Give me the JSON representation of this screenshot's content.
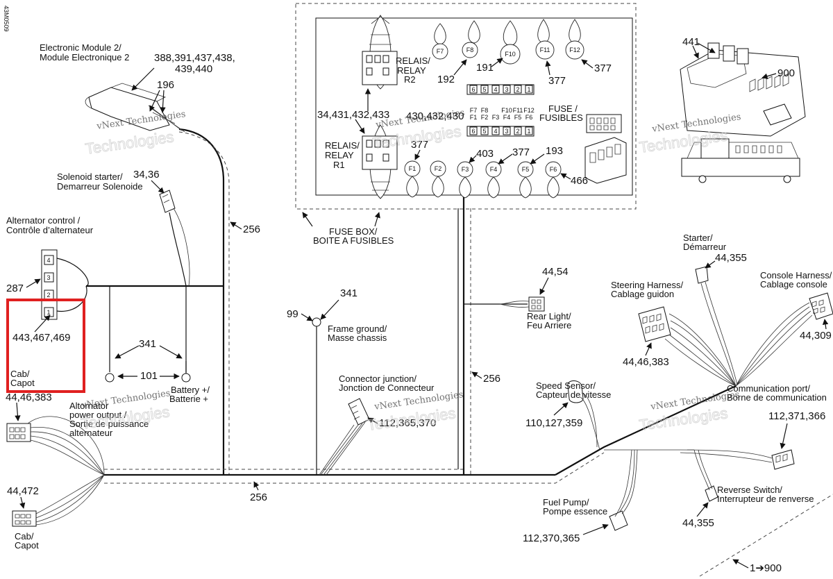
{
  "sheet_code": "43M0509",
  "labels": {
    "em2_line1": "Electronic Module 2/",
    "em2_line2": "Module Electronique 2",
    "em2_codes_1": "388,391,437,438,",
    "em2_codes_2": "439,440",
    "n196": "196",
    "sol_line1": "Solenoid starter/",
    "sol_line2": "Demarreur Solenoide",
    "sol_codes": "34,36",
    "alt_line1": "Alternator control /",
    "alt_line2": "Contrôle d’alternateur",
    "n287": "287",
    "pin4": "4",
    "pin3": "3",
    "pin2": "2",
    "pin1": "1",
    "alt_codes": "443,467,469",
    "cab1_line1": "Cab/",
    "cab1_line2": "Capot",
    "cab1_codes": "44,46,383",
    "n341a": "341",
    "n101": "101",
    "altout_line1": "Altornator",
    "altout_line2": "power output /",
    "altout_line3": "Sortie de puissance",
    "altout_line4": "alternateur",
    "batt_line1": "Battery +/",
    "batt_line2": "Batterie +",
    "n256a": "256",
    "n256b": "256",
    "n256c": "256",
    "cab2_codes": "44,472",
    "cab2_line1": "Cab/",
    "cab2_line2": "Capot",
    "n99": "99",
    "n341b": "341",
    "fg_line1": "Frame ground/",
    "fg_line2": "Masse chassis",
    "cj_line1": "Connector junction/",
    "cj_line2": "Jonction de Connecteur",
    "cj_codes": "112,365,370",
    "fb_line1": "FUSE BOX/",
    "fb_line2": "BOITE A FUSIBLES",
    "relay2_line1": "RELAIS/",
    "relay2_line2": "RELAY",
    "relay2_line3": "R2",
    "relay1_line1": "RELAIS/",
    "relay1_line2": "RELAY",
    "relay1_line3": "R1",
    "codes_34431": "34,431,432,433",
    "codes_430": "430,432,430",
    "fuse_line1": "FUSE /",
    "fuse_line2": "FUSIBLES",
    "f7": "F7",
    "f8": "F8",
    "f10": "F10",
    "f11": "F11",
    "f12": "F12",
    "f1": "F1",
    "f2": "F2",
    "f3": "F3",
    "f4": "F4",
    "f5": "F5",
    "f6": "F6",
    "n192": "192",
    "n191": "191",
    "n377a": "377",
    "n377b": "377",
    "n377c": "377",
    "n403": "403",
    "n377d": "377",
    "n193": "193",
    "n466": "466",
    "grid_top": [
      "6",
      "5",
      "4",
      "3",
      "2",
      "1"
    ],
    "grid_mid1": [
      "F7",
      "F8",
      "",
      "F10",
      "F11",
      "F12"
    ],
    "grid_mid2": [
      "F1",
      "F2",
      "F3",
      "F4",
      "F5",
      "F6"
    ],
    "grid_bot": [
      "6",
      "5",
      "4",
      "3",
      "2",
      "1"
    ],
    "n441": "441",
    "n900": "900",
    "rl_codes": "44,54",
    "rl_line1": "Rear Light/",
    "rl_line2": "Feu Arriere",
    "st_line1": "Starter/",
    "st_line2": "Démarreur",
    "st_codes": "44,355",
    "sh_line1": "Steering Harness/",
    "sh_line2": "Cablage guidon",
    "sh_codes": "44,46,383",
    "ch_line1": "Console Harness/",
    "ch_line2": "Cablage console",
    "ch_codes": "44,309",
    "ss_line1": "Speed Sensor/",
    "ss_line2": "Capteur de vitesse",
    "ss_codes": "110,127,359",
    "cp_line1": "Communication port/",
    "cp_line2": "Borne de communication",
    "cp_codes": "112,371,366",
    "rs_line1": "Reverse Switch/",
    "rs_line2": "Interrupteur de renverse",
    "rs_codes": "44,355",
    "fp_line1": "Fuel Pump/",
    "fp_line2": "Pompe essence",
    "fp_codes": "112,370,365",
    "ref900": "1➔900"
  },
  "watermark": {
    "line1": "vNext Technologies",
    "line2": "Technologies"
  },
  "highlight_color": "#e02020"
}
